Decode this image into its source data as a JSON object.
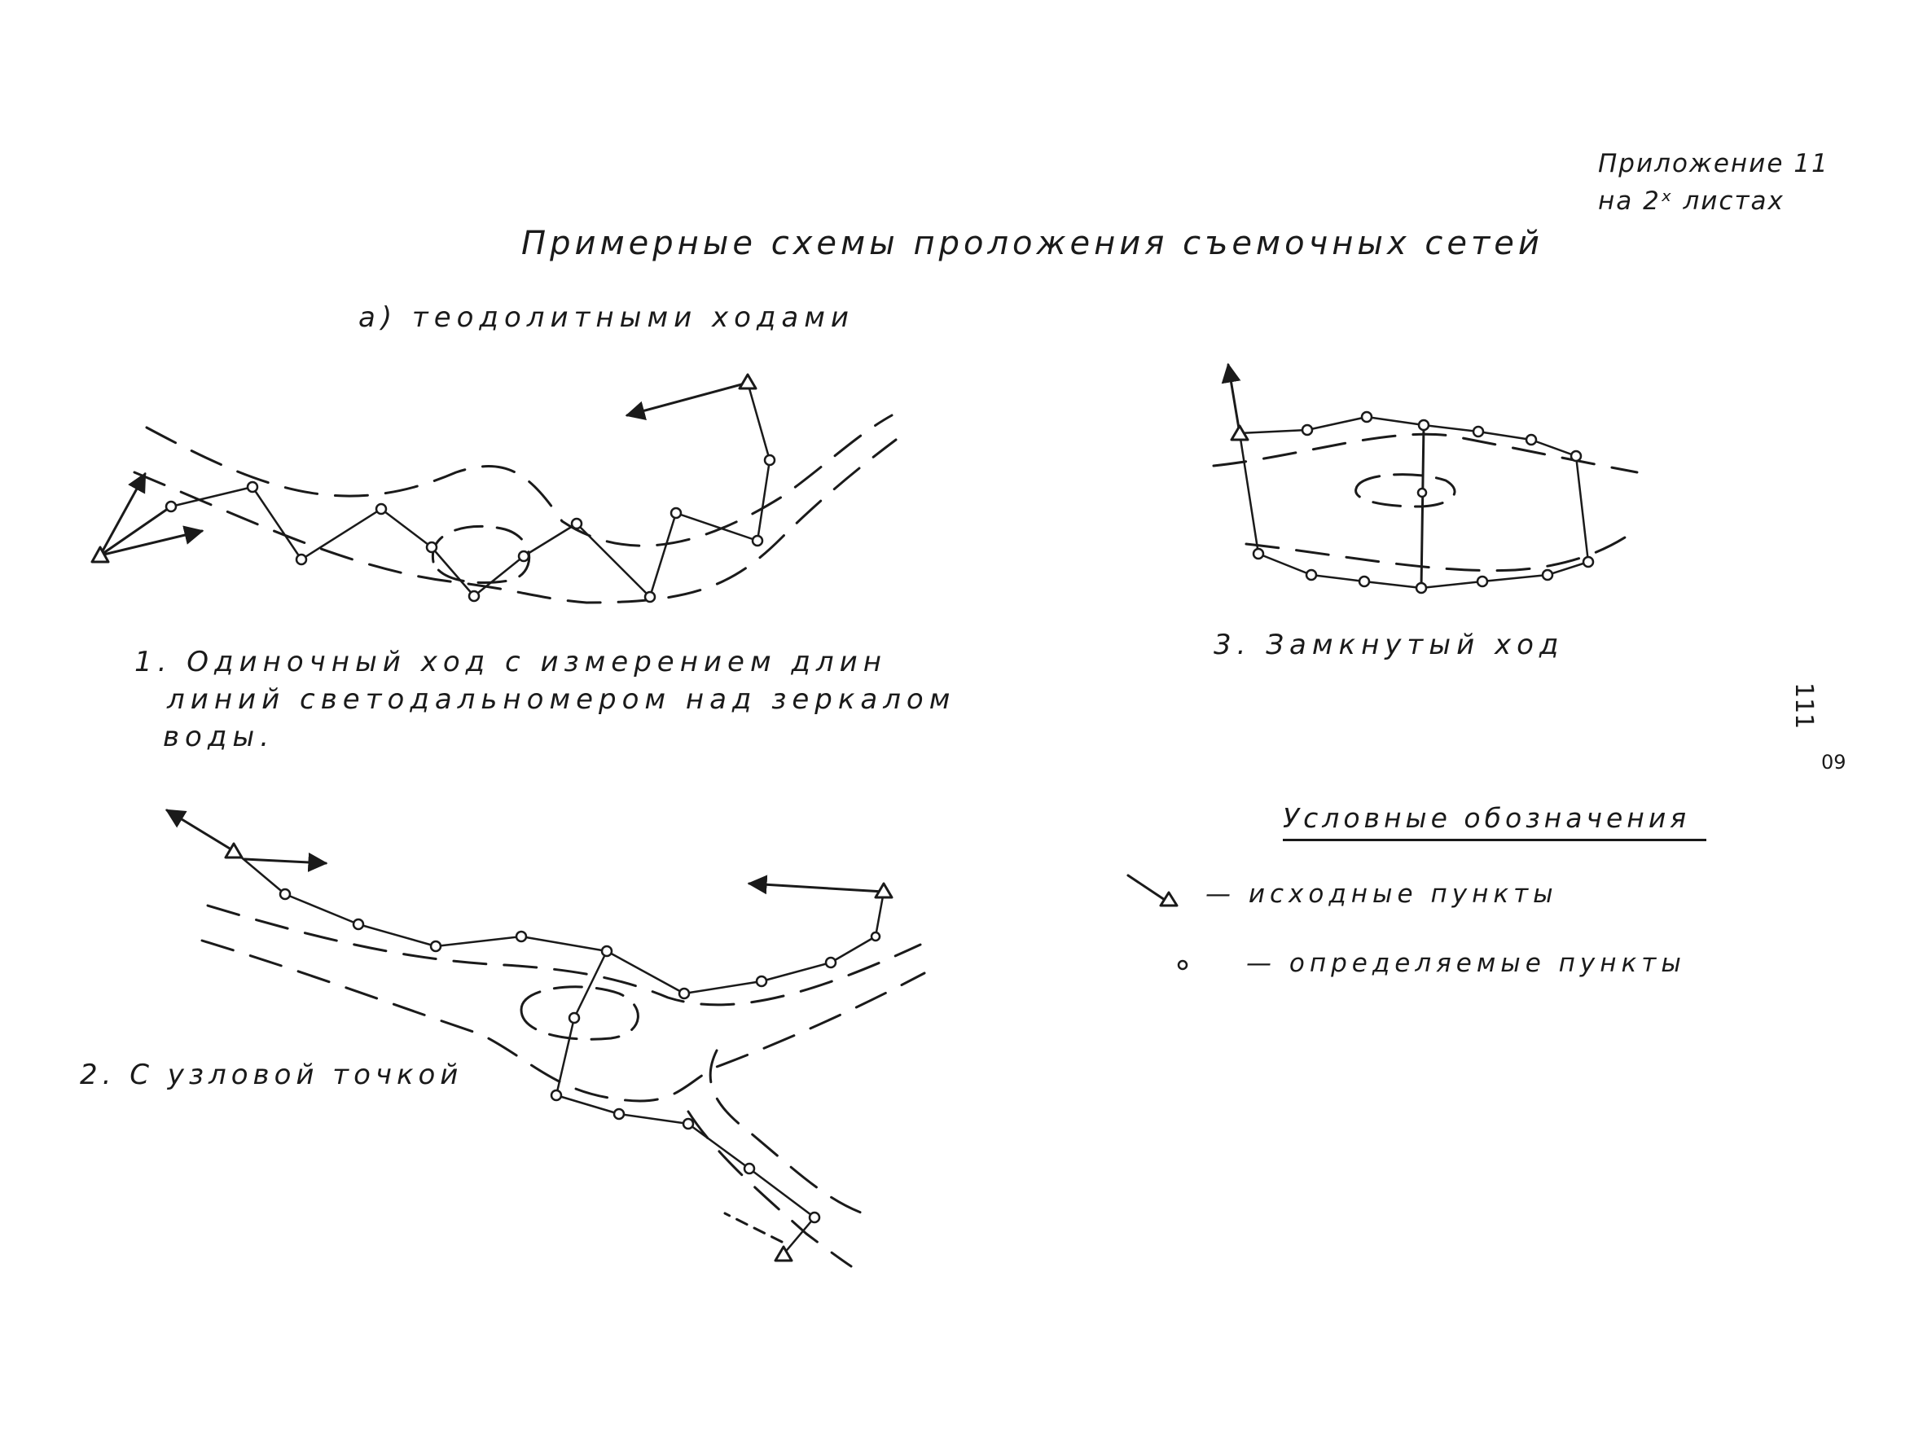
{
  "appendix": {
    "line1": "Приложение 11",
    "line2": "на 2ˣ листах"
  },
  "page_number": {
    "primary": "111",
    "secondary": "09"
  },
  "title": "Примерные схемы проложения съемочных сетей",
  "subtitle": "а) теодолитными ходами",
  "captions": {
    "scheme1": [
      "1. Одиночный ход с измерением длин",
      "линий светодальномером над зеркалом",
      "воды."
    ],
    "scheme2": "2. С узловой точкой",
    "scheme3": "3. Замкнутый ход"
  },
  "legend": {
    "title": "Условные обозначения",
    "items": [
      {
        "symbol": "triangle-arrow-icon",
        "label": "— исходные пункты"
      },
      {
        "symbol": "circle-point-icon",
        "label": "— определяемые пункты"
      }
    ]
  },
  "colors": {
    "ink": "#1a1a1a",
    "paper": "#ffffff"
  }
}
